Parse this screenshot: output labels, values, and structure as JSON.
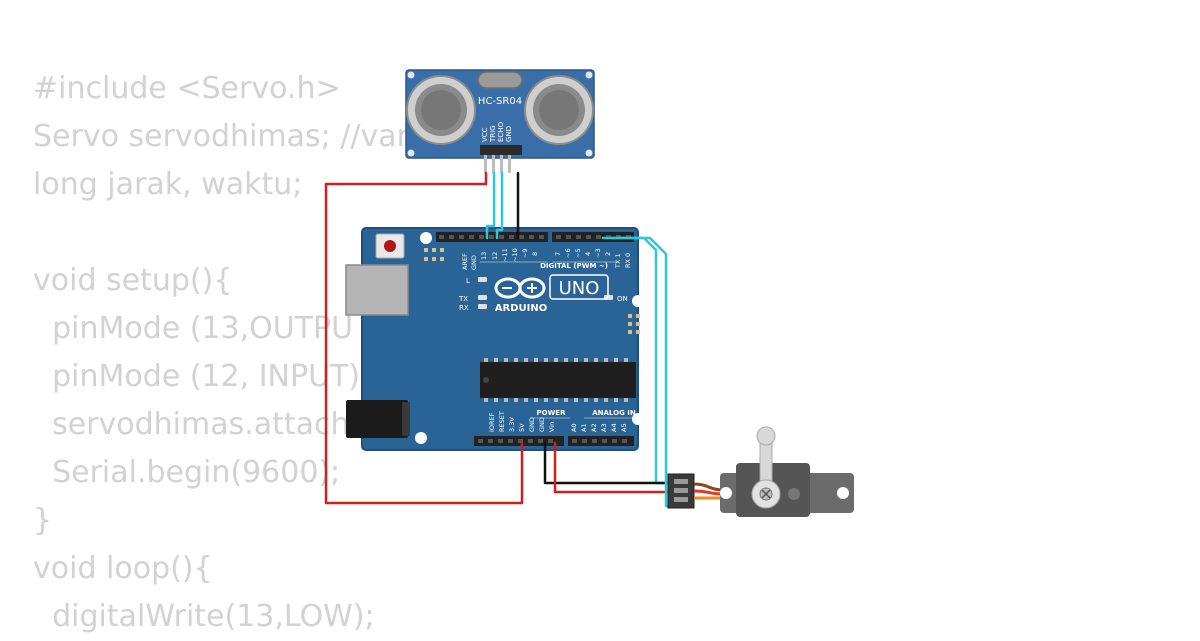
{
  "code_lines": [
    "#include <Servo.h>",
    "Servo servodhimas; //var",
    "long jarak, waktu;",
    "",
    "void setup(){",
    "  pinMode (13,OUTPU",
    "  pinMode (12, INPUT);",
    "  servodhimas.attach(",
    "  Serial.begin(9600);",
    "}",
    "void loop(){",
    "  digitalWrite(13,LOW);"
  ],
  "sensor": {
    "model_label": "HC-SR04",
    "pins": [
      "VCC",
      "TRIG",
      "ECHO",
      "GND"
    ]
  },
  "arduino": {
    "aref": "AREF",
    "gnd": "GND",
    "digital_pins_left": [
      "13",
      "12",
      "~11",
      "~10",
      "~9",
      "8"
    ],
    "digital_pins_right": [
      "7",
      "~6",
      "~5",
      "4",
      "~3",
      "2",
      "TX 1",
      "RX 0"
    ],
    "digital_header": "DIGITAL (PWM ~)",
    "l_label": "L",
    "tx_label": "TX",
    "rx_label": "RX",
    "on_label": "ON",
    "uno_label": "UNO",
    "brand_label": "ARDUINO",
    "power_header": "POWER",
    "analog_header": "ANALOG IN",
    "power_pins": [
      "IOREF",
      "RESET",
      "3.3V",
      "5V",
      "GND",
      "GND",
      "Vin"
    ],
    "analog_pins": [
      "A0",
      "A1",
      "A2",
      "A3",
      "A4",
      "A5"
    ]
  },
  "colors": {
    "board": "#2a6496",
    "board_edge": "#1f4f7a",
    "sensor_board": "#3a6ea8",
    "wire_red": "#d11f1f",
    "wire_black": "#111111",
    "wire_cyan": "#2ec7d6",
    "servo_body": "#6b6b6b",
    "servo_horn": "#d8d8d8",
    "code_text": "#d2d2d2"
  }
}
